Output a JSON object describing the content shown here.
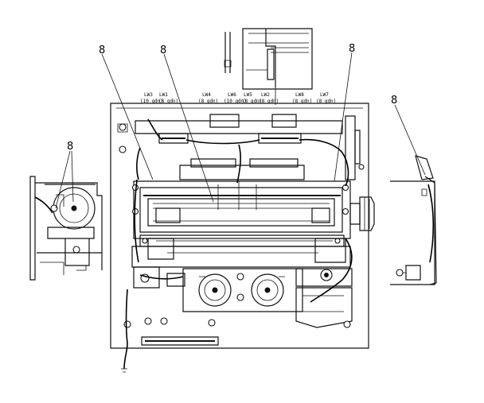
{
  "callouts": {
    "c1": "8",
    "c2": "8",
    "c3": "8",
    "c4": "8",
    "c5": "8"
  },
  "wire_labels": [
    {
      "line1": "LW3",
      "line2": "(10  gdn)"
    },
    {
      "line1": "LW1",
      "line2": "(8  gdn)"
    },
    {
      "line1": "LW4",
      "line2": "(8 gdn)"
    },
    {
      "line1": "LW6",
      "line2": "(10 gdn)"
    },
    {
      "line1": "LW5",
      "line2": "(8 gdn)"
    },
    {
      "line1": "LW2",
      "line2": "(8 gdn)"
    },
    {
      "line1": "LW8",
      "line2": "(8 gdn)"
    },
    {
      "line1": "LW7",
      "line2": "(8 gdn)"
    }
  ],
  "colors": {
    "ink": "#111111",
    "paper": "#ffffff"
  }
}
